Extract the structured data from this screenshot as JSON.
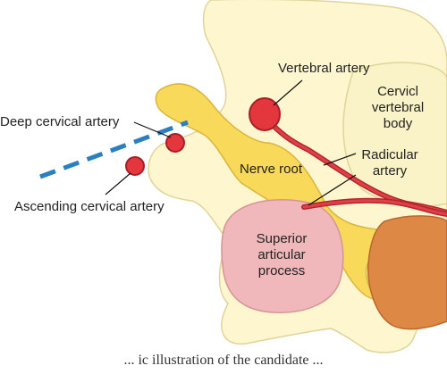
{
  "labels": {
    "vertebral_artery": "Vertebral artery",
    "cervical_body": [
      "Cervicl",
      "vertebral",
      "body"
    ],
    "deep_cervical_artery": "Deep cervical artery",
    "radicular_artery": [
      "Radicular",
      "artery"
    ],
    "nerve_root": "Nerve root",
    "ascending_cervical_artery": "Ascending cervical artery",
    "superior_articular_process": [
      "Superior",
      "articular",
      "process"
    ]
  },
  "caption": "... ic illustration of the candidate ..."
}
